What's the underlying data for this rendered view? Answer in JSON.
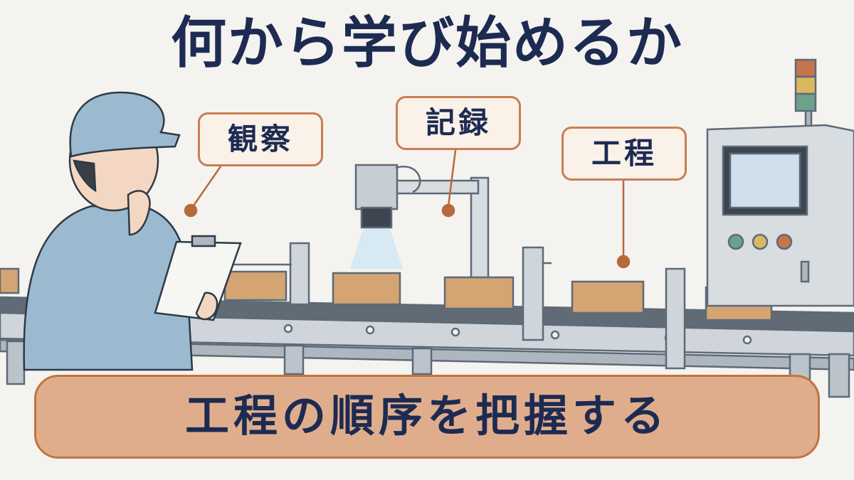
{
  "title": "何から学び始めるか",
  "tags": {
    "observe": "観察",
    "record": "記録",
    "process": "工程"
  },
  "banner": "工程の順序を把握する",
  "colors": {
    "background": "#f4f3ef",
    "navy_text": "#1d2b52",
    "tag_border": "#c97e52",
    "tag_fill": "#faf1e9",
    "banner_fill": "#e0ad8c",
    "banner_border": "#c1743f",
    "pointer": "#b8693c",
    "worker_uniform": "#9bbad0",
    "box": "#d4a472",
    "machine": "#d8dde1"
  },
  "icons": [
    "worker-figure",
    "clipboard-icon",
    "camera-sensor-icon",
    "control-panel-icon",
    "signal-tower-icon",
    "cardboard-box-icon"
  ]
}
